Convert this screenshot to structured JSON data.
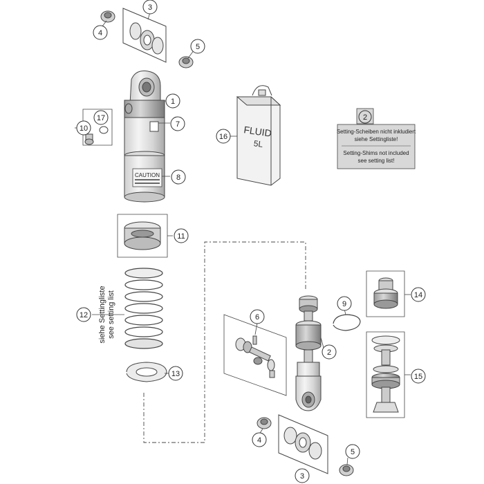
{
  "diagram": {
    "callouts": [
      {
        "id": "c3-top",
        "label": "3"
      },
      {
        "id": "c4-top",
        "label": "4"
      },
      {
        "id": "c5-top",
        "label": "5"
      },
      {
        "id": "c1",
        "label": "1"
      },
      {
        "id": "c7",
        "label": "7"
      },
      {
        "id": "c17",
        "label": "17"
      },
      {
        "id": "c10",
        "label": "10"
      },
      {
        "id": "c8",
        "label": "8"
      },
      {
        "id": "c16",
        "label": "16"
      },
      {
        "id": "c2-note",
        "label": "2"
      },
      {
        "id": "c11",
        "label": "11"
      },
      {
        "id": "c12",
        "label": "12"
      },
      {
        "id": "c13",
        "label": "13"
      },
      {
        "id": "c6",
        "label": "6"
      },
      {
        "id": "c9",
        "label": "9"
      },
      {
        "id": "c2",
        "label": "2"
      },
      {
        "id": "c14",
        "label": "14"
      },
      {
        "id": "c15",
        "label": "15"
      },
      {
        "id": "c4-bot",
        "label": "4"
      },
      {
        "id": "c5-bot",
        "label": "5"
      },
      {
        "id": "c3-bot",
        "label": "3"
      }
    ],
    "note": {
      "line1": "Setting-Scheiben nicht inkludiert",
      "line2": "siehe Settingliste!",
      "line3": "Setting-Shims not included",
      "line4": "see setting list!"
    },
    "fluid_can": {
      "line1": "FLUID",
      "line2": "5L"
    },
    "spring_note": {
      "line1": "siehe Settingliste",
      "line2": "see setting list"
    },
    "label_caution": "CAUTION"
  }
}
